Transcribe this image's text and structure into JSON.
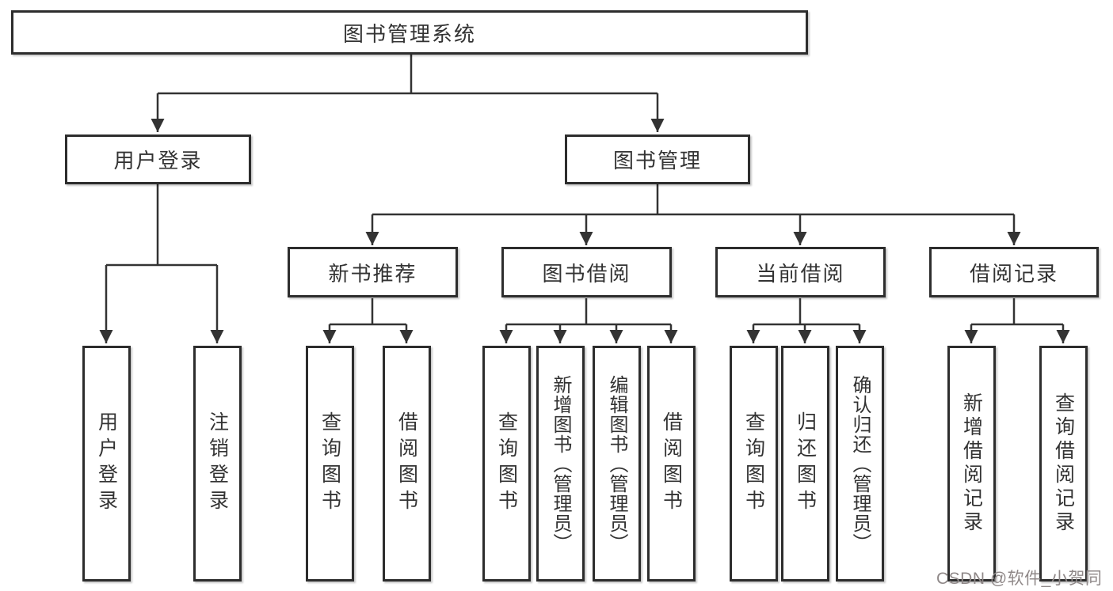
{
  "diagram": {
    "root": {
      "label": "图书管理系统"
    },
    "level2": [
      {
        "label": "用户登录"
      },
      {
        "label": "图书管理"
      }
    ],
    "level3": [
      {
        "label": "新书推荐"
      },
      {
        "label": "图书借阅"
      },
      {
        "label": "当前借阅"
      },
      {
        "label": "借阅记录"
      }
    ],
    "leaves": {
      "user_login": [
        "用户登录",
        "注销登录"
      ],
      "new_book": [
        "查询图书",
        "借阅图书"
      ],
      "book_borrow": [
        "查询图书",
        "新增图书（管理员）",
        "编辑图书（管理员）",
        "借阅图书"
      ],
      "current_borrow": [
        "查询图书",
        "归还图书",
        "确认归还（管理员）"
      ],
      "borrow_record": [
        "新增借阅记录",
        "查询借阅记录"
      ]
    }
  },
  "watermark": {
    "text": "CSDN @软件_小贺同学",
    "color": "#8f8888"
  },
  "colors": {
    "line": "#333333",
    "border": "#2d2d2d",
    "text": "#333333",
    "background": "#ffffff"
  }
}
